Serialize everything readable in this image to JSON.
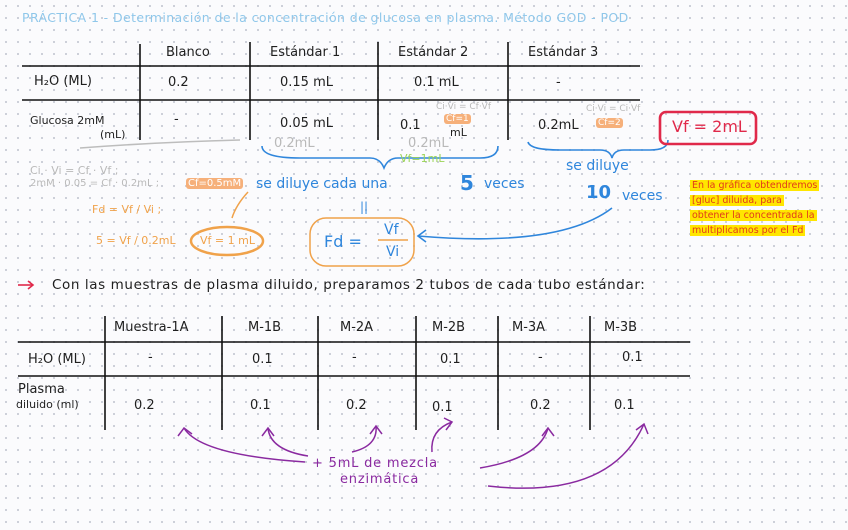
{
  "title": "PRÁCTICA 1 - Determinación de la concentración de glucosa en plasma. Método GOD - POD",
  "table1": {
    "headers": [
      "Blanco",
      "Estándar 1",
      "Estándar 2",
      "Estándar 3"
    ],
    "row_h2o": {
      "label": "H₂O (ML)",
      "values": [
        "0.2",
        "0.15 mL",
        "0.1 mL",
        "-"
      ]
    },
    "row_glucosa": {
      "label_line1": "Glucosa 2mM",
      "label_line2": "(mL)",
      "values": [
        "-",
        "0.05 mL",
        "0.1",
        "0.2mL"
      ]
    },
    "std2_unit": "mL",
    "totals": [
      "0.2mL",
      "0.2mL"
    ],
    "grey_formula_std2": "Ci·Vi = Cf·Vf",
    "hl_std2": "Cf=1",
    "grey_formula_std3": "Ci·Vi = Ci·Vf",
    "hl_std3": "Cf=2",
    "vf_box": "Vf = 2mL"
  },
  "calc": {
    "line1": "Ci · Vi = Cf · Vf ;",
    "line2": "2mM · 0.05 = Cf · 0.2mL ;",
    "hl_cf": "Cf=0.5mM",
    "fd_line": "Fd = Vf / Vi ;",
    "five_line": "5 = Vf / 0.2mL",
    "vf_circle": "Vf = 1 mL"
  },
  "dilution": {
    "se_diluye": "se diluye cada una",
    "five": "5",
    "veces": "veces",
    "vf_green": "Vf=1mL",
    "se_diluye2": "se diluye",
    "ten": "10",
    "veces2": "veces",
    "fd_num": "Vf",
    "fd_den": "Vi",
    "fd_label": "Fd =",
    "eq_arrow": "||"
  },
  "note_lines": [
    "En la gráfica obtendremos",
    "[gluc] diluida, para",
    "obtener la concentrada la",
    "multiplicamos por el Fd"
  ],
  "sentence": {
    "arrow": "→",
    "text": "Con las muestras de plasma diluido, preparamos 2 tubos de cada tubo estándar:"
  },
  "table2": {
    "headers": [
      "Muestra-1A",
      "M-1B",
      "M-2A",
      "M-2B",
      "M-3A",
      "M-3B"
    ],
    "row_h2o": {
      "label": "H₂O (ML)",
      "values": [
        "-",
        "0.1",
        "-",
        "0.1",
        "-",
        "0.1"
      ]
    },
    "row_plasma": {
      "label_line1": "Plasma",
      "label_line2": "diluido (ml)",
      "values": [
        "0.2",
        "0.1",
        "0.2",
        "0.1",
        "0.2",
        "0.1"
      ]
    }
  },
  "enzyme": {
    "line1": "+ 5mL de mezcla",
    "line2": "enzimática"
  }
}
